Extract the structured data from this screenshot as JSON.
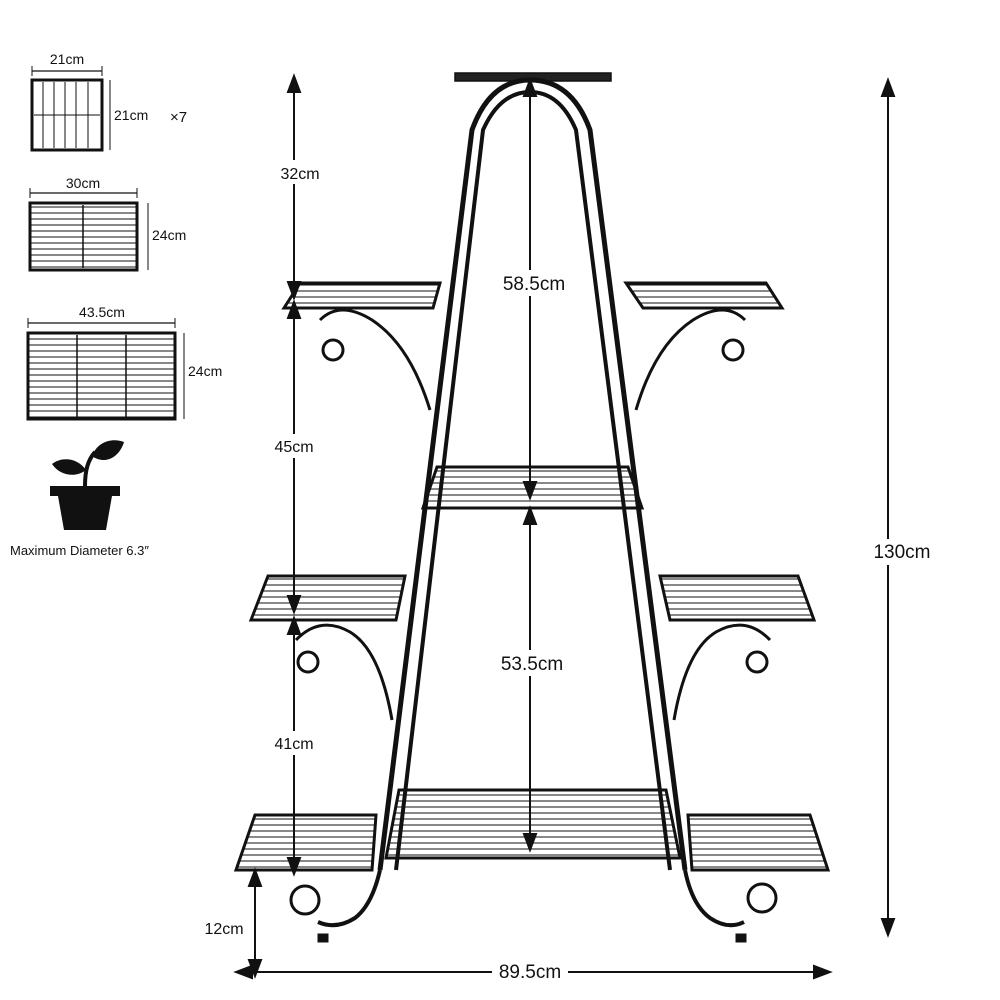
{
  "legend": {
    "small_shelf": {
      "width": "21cm",
      "depth": "21cm",
      "count": "×7"
    },
    "medium_shelf": {
      "width": "30cm",
      "depth": "24cm"
    },
    "large_shelf": {
      "width": "43.5cm",
      "depth": "24cm"
    },
    "pot_icon": "potted-plant-icon",
    "pot_note": "Maximum Diameter 6.3″"
  },
  "dimensions": {
    "top_gap": "32cm",
    "upper_side_gap": "45cm",
    "lower_side_gap": "41cm",
    "foot_height": "12cm",
    "upper_center_gap": "58.5cm",
    "lower_center_gap": "53.5cm",
    "total_height": "130cm",
    "total_width": "89.5cm"
  },
  "colors": {
    "line": "#111111",
    "background": "#ffffff"
  }
}
